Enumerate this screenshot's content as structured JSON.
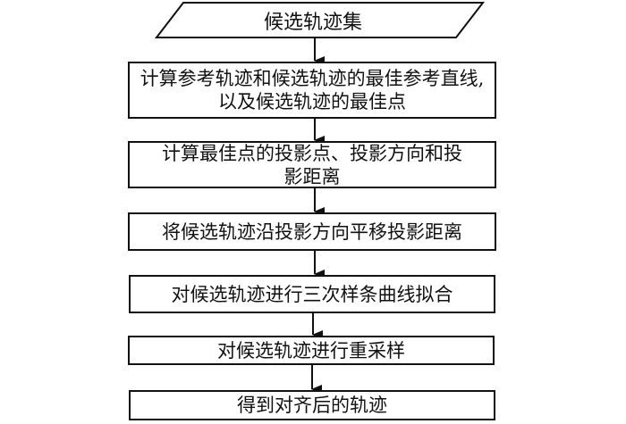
{
  "flowchart": {
    "title_node": "候选轨迹集",
    "steps": [
      "计算参考轨迹和候选轨迹的最佳参考直线,以及候选轨迹的最佳点",
      "计算最佳点的投影点、投影方向和投影距离",
      "将候选轨迹沿投影方向平移投影距离",
      "对候选轨迹进行三次样条曲线拟合",
      "对候选轨迹进行重采样",
      "得到对齐后的轨迹"
    ]
  }
}
